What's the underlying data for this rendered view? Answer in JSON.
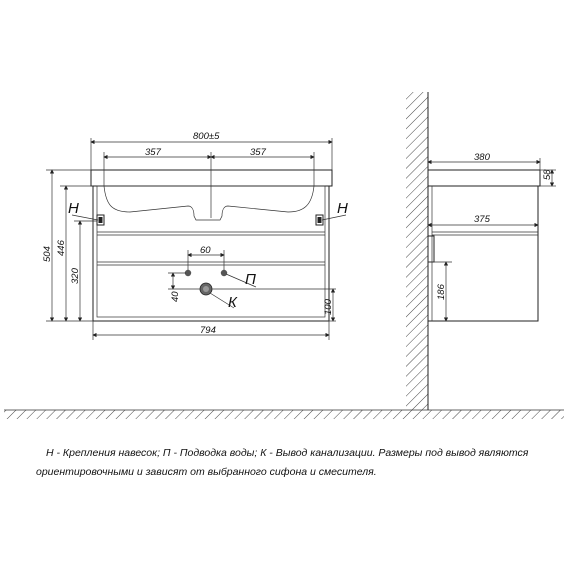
{
  "front_view": {
    "width_total": "800±5",
    "half_left": "357",
    "half_right": "357",
    "height_total": "504",
    "height_446": "446",
    "height_320": "320",
    "spacing_60": "60",
    "offset_40": "40",
    "offset_100": "100",
    "bottom_width": "794",
    "label_mount_left": "Н",
    "label_mount_right": "Н",
    "label_water": "П",
    "label_drain": "К"
  },
  "side_view": {
    "depth_top": "380",
    "thickness": "58",
    "depth_body": "375",
    "height_186": "186"
  },
  "caption": {
    "line1": "Н - Крепления навесок; П - Подводка воды; К - Вывод канализации. Размеры под вывод являются",
    "line2": "ориентировочными и зависят от выбранного сифона и смесителя."
  }
}
